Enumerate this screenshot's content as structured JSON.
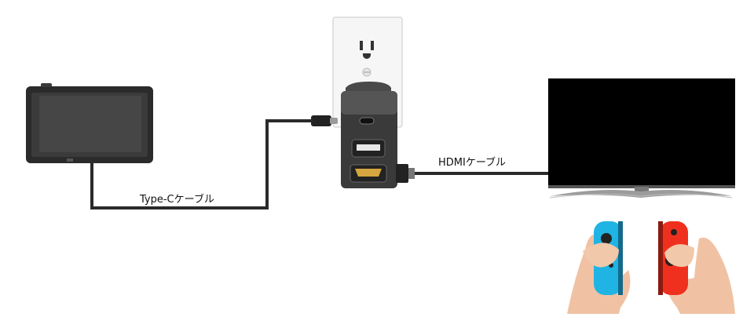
{
  "labels": {
    "typec_cable": "Type-Cケーブル",
    "hdmi_cable": "HDMIケーブル"
  },
  "colors": {
    "cable": "#2a2a2a",
    "switch_body": "#2b2b2b",
    "adapter_body": "#3c3c3c",
    "hdmi_port": "#c9a13b",
    "joycon_left": "#1fb4e3",
    "joycon_right": "#f0301e",
    "tv_screen": "#000000",
    "skin": "#f0c2a3"
  },
  "icons": [
    "switch-console",
    "power-adapter",
    "wall-outlet",
    "television",
    "joycon-controllers"
  ]
}
